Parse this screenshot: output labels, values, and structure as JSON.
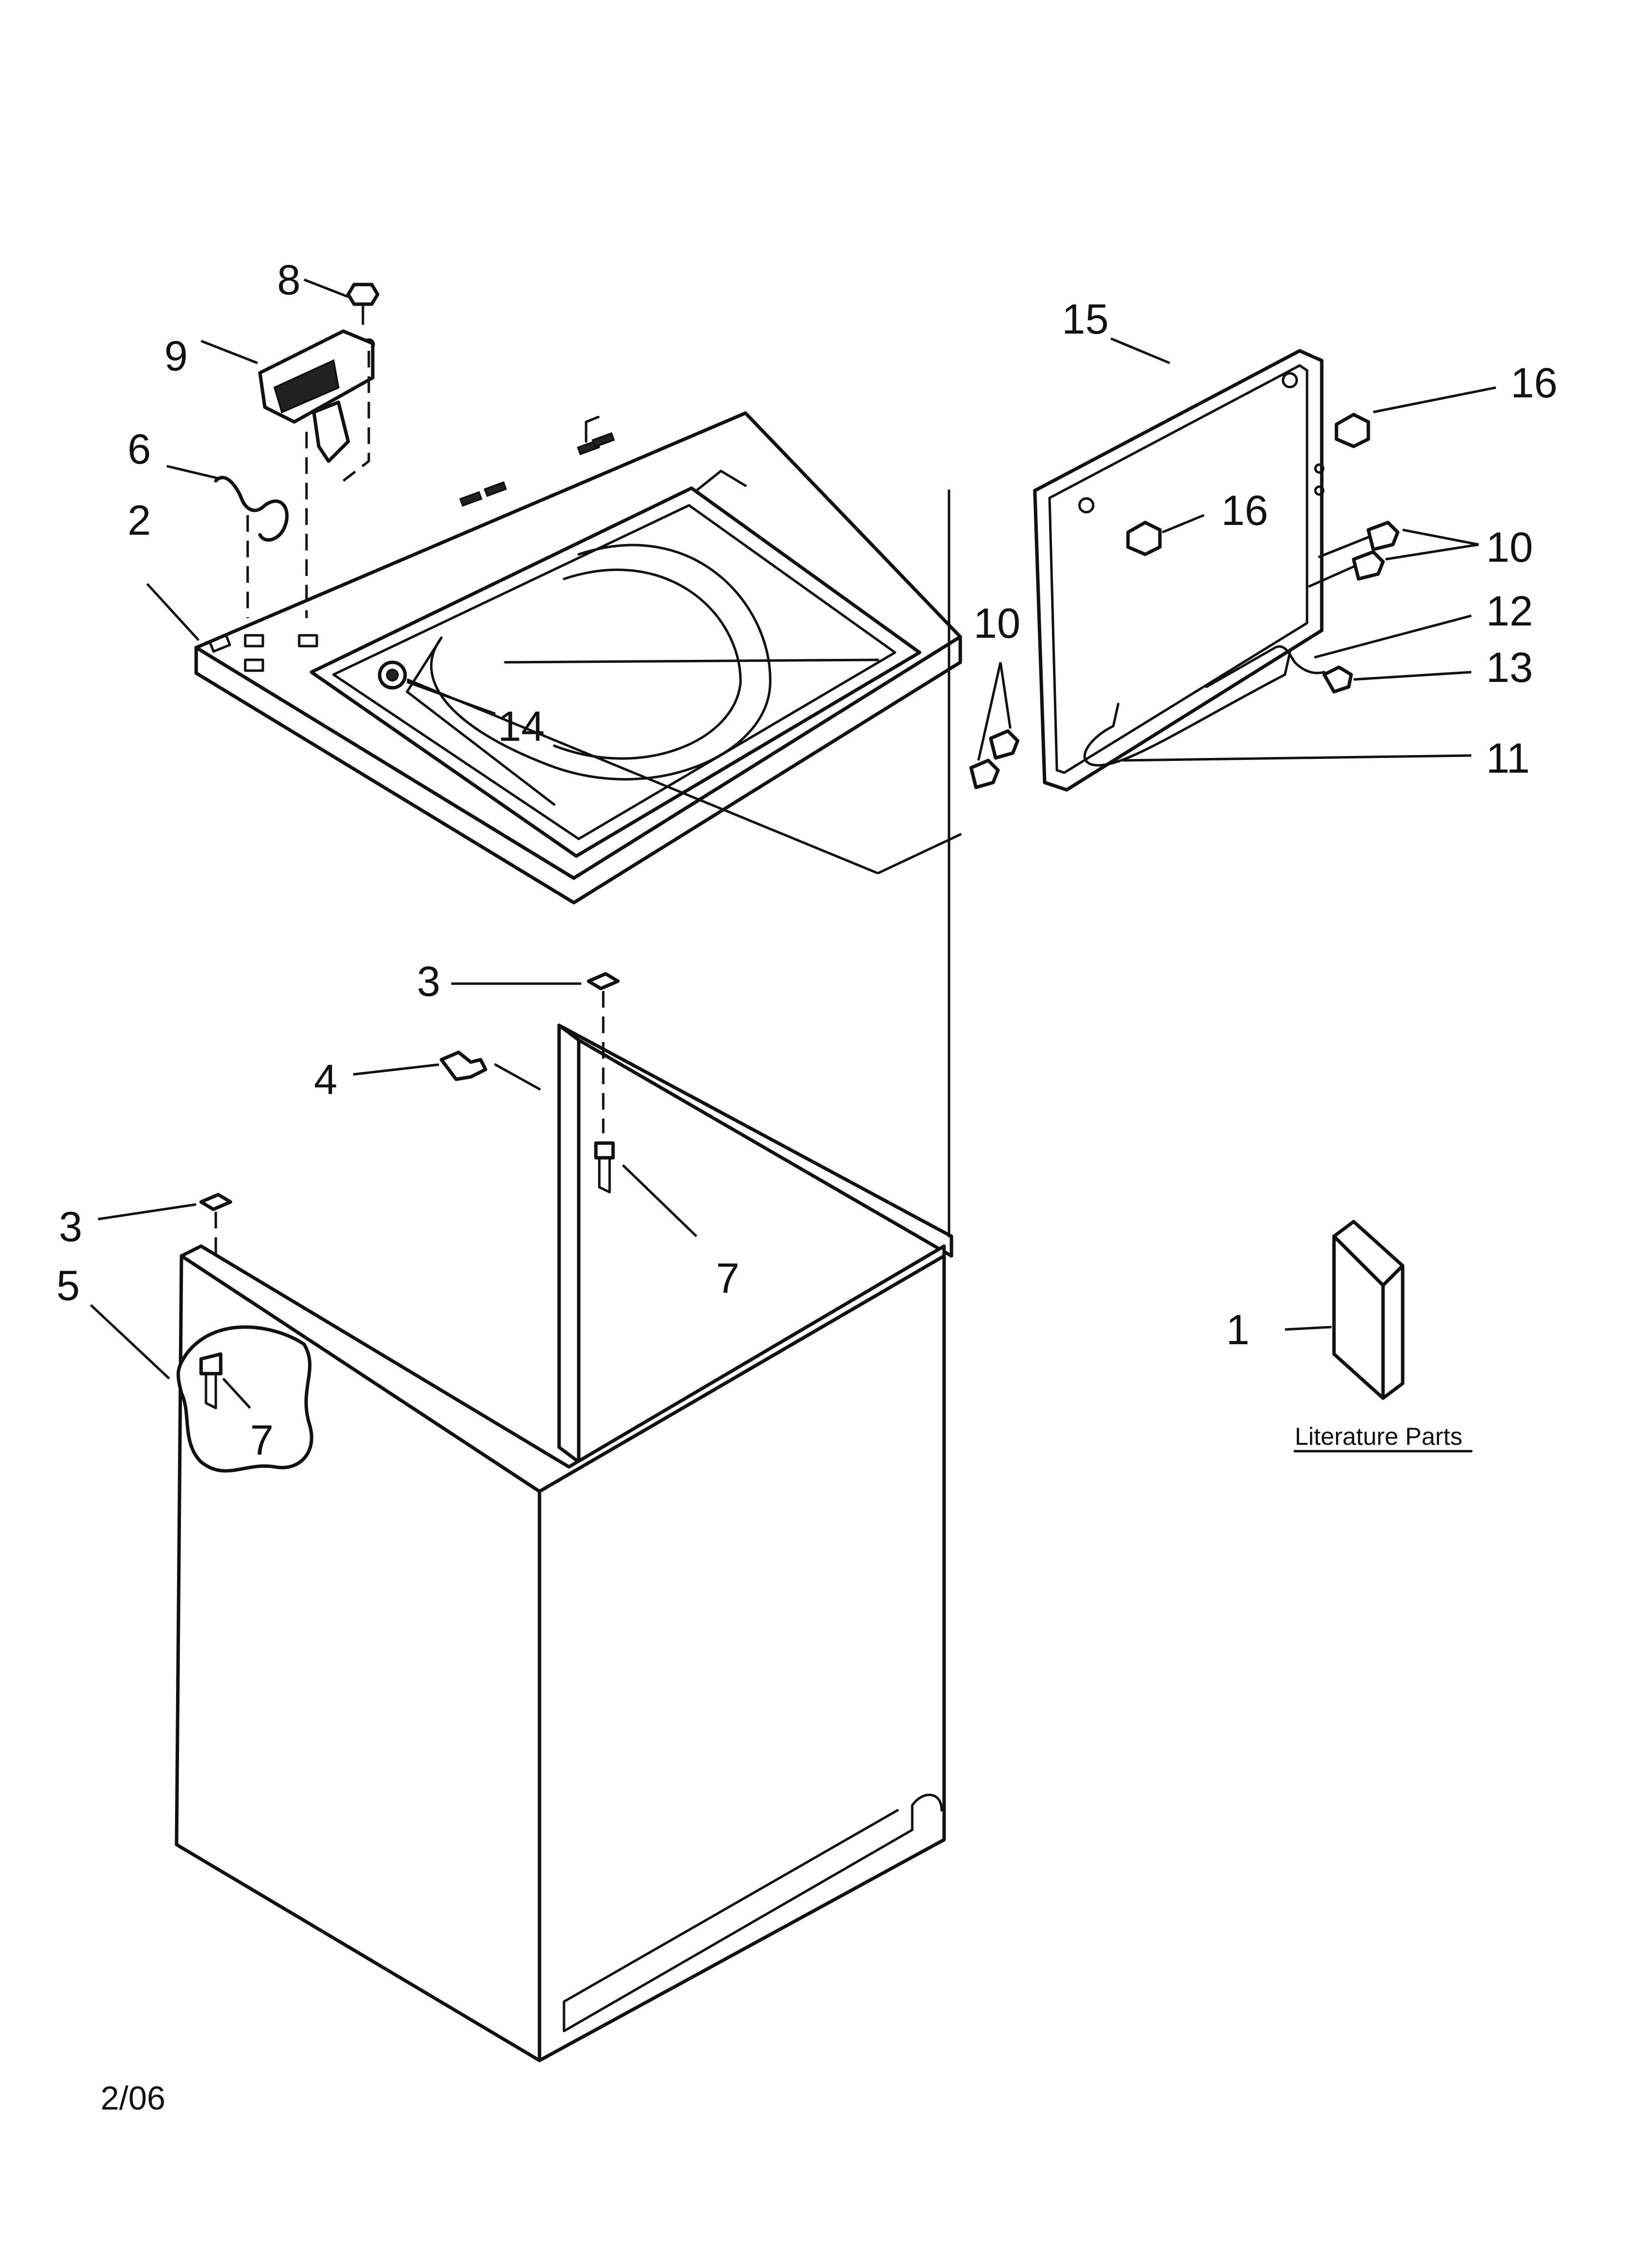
{
  "callouts": {
    "c1": "1",
    "c2": "2",
    "c3a": "3",
    "c3b": "3",
    "c4": "4",
    "c5": "5",
    "c6": "6",
    "c7a": "7",
    "c7b": "7",
    "c8": "8",
    "c9": "9",
    "c10a": "10",
    "c10b": "10",
    "c11": "11",
    "c12": "12",
    "c13": "13",
    "c14": "14",
    "c15": "15",
    "c16a": "16",
    "c16b": "16"
  },
  "literature_caption": "Literature Parts",
  "revision_date": "2/06"
}
